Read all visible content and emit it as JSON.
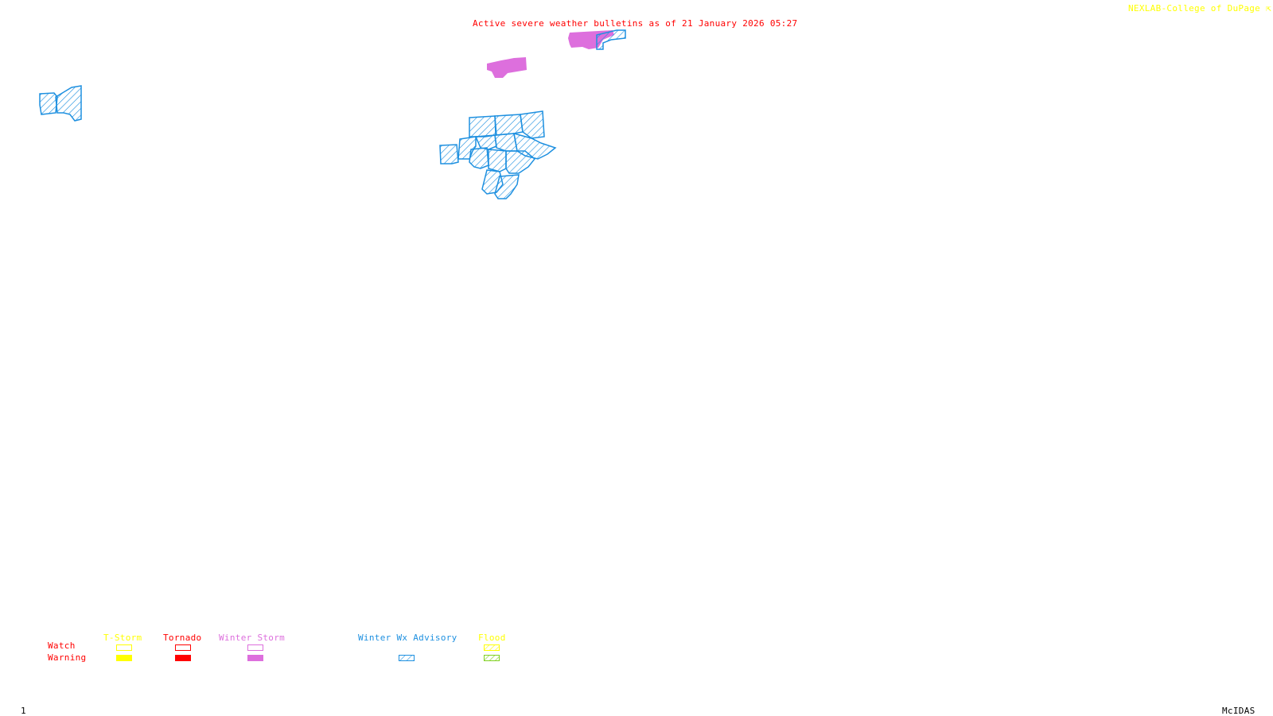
{
  "header": {
    "title": "Active severe weather bulletins as of 21 January 2026 05:27",
    "credit": "NEXLAB-College of DuPage",
    "credit_icon": "cursor-arrow-icon"
  },
  "colors": {
    "title": "#ff0000",
    "credit": "#ffff00",
    "tstorm": "#ffff00",
    "tornado": "#ff0000",
    "winter_storm": "#dd6fdd",
    "winter_wx_advisory": "#1e90e0",
    "flood_watch": "#ffff00",
    "flood_warning": "#80d020",
    "row_labels": "#ff0000",
    "footer": "#000000"
  },
  "legend": {
    "row_labels": {
      "watch": "Watch",
      "warning": "Warning"
    },
    "columns": [
      {
        "key": "tstorm",
        "label": "T-Storm",
        "watch_style": "outline",
        "warning_style": "filled"
      },
      {
        "key": "tornado",
        "label": "Tornado",
        "watch_style": "outline",
        "warning_style": "filled"
      },
      {
        "key": "winter_storm",
        "label": "Winter Storm",
        "watch_style": "outline",
        "warning_style": "filled"
      },
      {
        "key": "winter_wx_advisory",
        "label": "Winter Wx Advisory",
        "watch_style": "none",
        "warning_style": "hatched"
      },
      {
        "key": "flood",
        "label": "Flood",
        "watch_style": "hatched",
        "warning_style": "hatched"
      }
    ]
  },
  "map": {
    "alerts": [
      {
        "type": "Winter Storm Warning",
        "region": "north-center-a",
        "style": "filled"
      },
      {
        "type": "Winter Storm Warning",
        "region": "north-center-b",
        "style": "filled"
      },
      {
        "type": "Winter Wx Advisory",
        "region": "north-center-c",
        "style": "hatched"
      },
      {
        "type": "Winter Wx Advisory",
        "region": "west-cluster",
        "style": "hatched"
      },
      {
        "type": "Winter Wx Advisory",
        "region": "central-cluster",
        "style": "hatched"
      }
    ]
  },
  "footer": {
    "frame_number": "1",
    "software": "McIDAS"
  }
}
